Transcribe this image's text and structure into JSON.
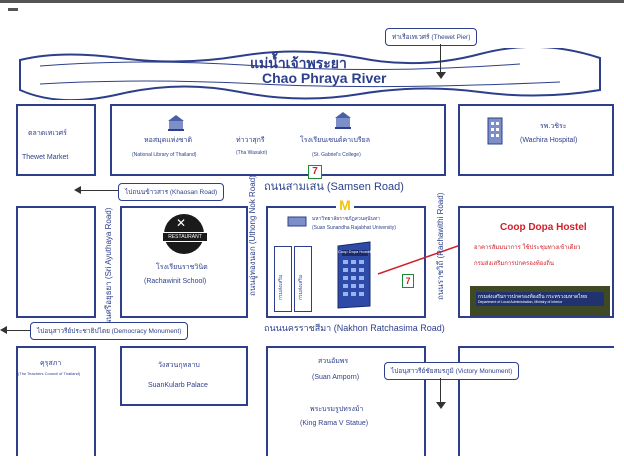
{
  "river": {
    "name_th": "แม่น้ำเจ้าพระยา",
    "name_en": "Chao Phraya River",
    "pier_callout": "ท่าเรือเทเวศร์ (Thewet Pier)"
  },
  "landmarks": {
    "thewet_market_th": "ตลาดเทเวศร์",
    "thewet_market_en": "Thewet Market",
    "national_library_th": "หอสมุดแห่งชาติ",
    "national_library_en": "(National Library of Thailand)",
    "tha_wasukri_th": "ท่าวาสุกรี",
    "tha_wasukri_en": "(Tha Wasukri)",
    "st_gabriel_th": "โรงเรียนเซนต์คาเบรียล",
    "st_gabriel_en": "(St. Gabriel's College)",
    "wachira_th": "รพ.วชิระ",
    "wachira_en": "(Wachira Hospital)",
    "rajabhat_th": "มหาวิทยาลัยราชภัฏสวนสุนันทา",
    "rajabhat_en": "(Suan Sunandha Rajabhat University)",
    "rachawinit_th": "โรงเรียนราชวินิต",
    "rachawinit_en": "(Rachawinit School)",
    "teachers_council_th": "คุรุสภา",
    "teachers_council_en": "(The Teachers Council of Thailand)",
    "suankularb_th": "วังสวนกุหลาบ",
    "suankularb_en": "SuanKularb Palace",
    "suan_amporn_th": "สวนอัมพร",
    "suan_amporn_en": "(Suan Amporn)",
    "king_rama_th": "พระบรมรูปทรงม้า",
    "king_rama_en": "(King Rama V Statue)",
    "restaurant_badge": "RESTAURANT",
    "seven_eleven": "7",
    "mcd": "M",
    "coop_sign": "Coop Dopa Hostel"
  },
  "roads": {
    "samsen": "ถนนสามเสน (Samsen Road)",
    "nakhon_ratchasima": "ถนนนครราชสีมา (Nakhon Ratchasima Road)",
    "ayuthaya": "ถนนศรีอยุธยา (Sri Ayuthaya Road)",
    "uthong_nok": "ถนนอู่ทองนอก (Uthong Nok Road)",
    "rachawithi": "ถนนราชวิถี (Rachawithi Road)"
  },
  "callouts": {
    "khaosan": "ไปถนนข้าวสาร (Khaosan Road)",
    "democracy": "ไปอนุสาวรีย์ประชาธิปไตย (Democracy Monument)",
    "victory": "ไปอนุสาวรีย์ชัยสมรภูมิ (Victory Monument)"
  },
  "hostel": {
    "title": "Coop Dopa Hostel",
    "line1": "อาคารสัมมนาการ ใช้ประชุมทางเข้าเดียว",
    "line2": "กรมส่งเสริมการปกครองท้องถิ่น",
    "photo_caption_th": "กรมส่งเสริมการปกครองท้องถิ่น  กระทรวงมหาดไทย",
    "photo_caption_en": "Department of Local Administration, Ministry of Interior",
    "bldg_left_th": "กรมส่งเสริม",
    "bldg_mid_th": "กรมส่งเสริม"
  },
  "colors": {
    "road_blue": "#2d3f8c",
    "hostel_red": "#d0202a",
    "seven_green": "#1d8a3a",
    "mcd_yellow": "#f4c20d"
  }
}
